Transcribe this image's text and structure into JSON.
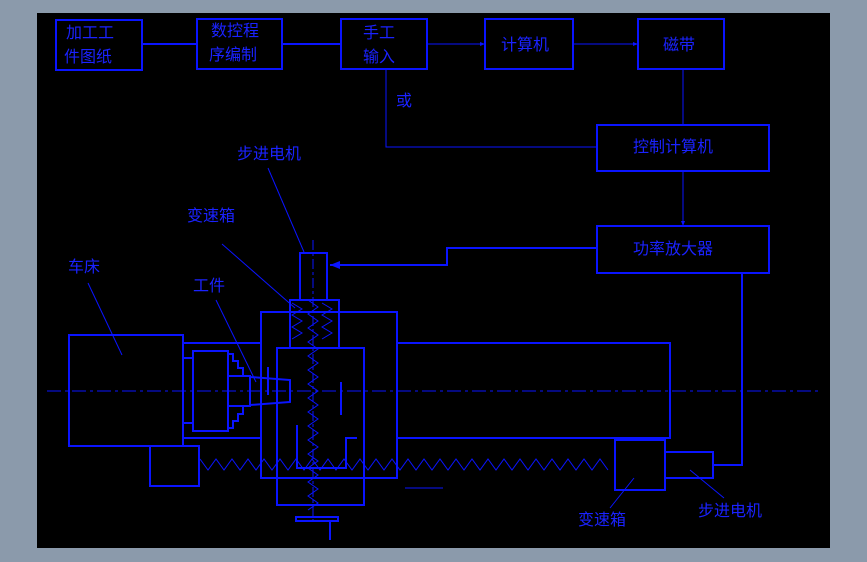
{
  "colors": {
    "background": "#000000",
    "line": "#0a14ff",
    "frame": "#8b9aab"
  },
  "flow": {
    "drawing": [
      "加工工",
      "件图纸"
    ],
    "programming": [
      "数控程",
      "序编制"
    ],
    "manual_input": [
      "手工",
      "输入"
    ],
    "computer": "计算机",
    "tape": "磁带",
    "or": "或",
    "control_computer": "控制计算机",
    "power_amplifier": "功率放大器"
  },
  "labels": {
    "stepper_motor_top": "步进电机",
    "gearbox_top": "变速箱",
    "lathe": "车床",
    "workpiece": "工件",
    "gearbox_bottom": "变速箱",
    "stepper_motor_bottom": "步进电机"
  }
}
